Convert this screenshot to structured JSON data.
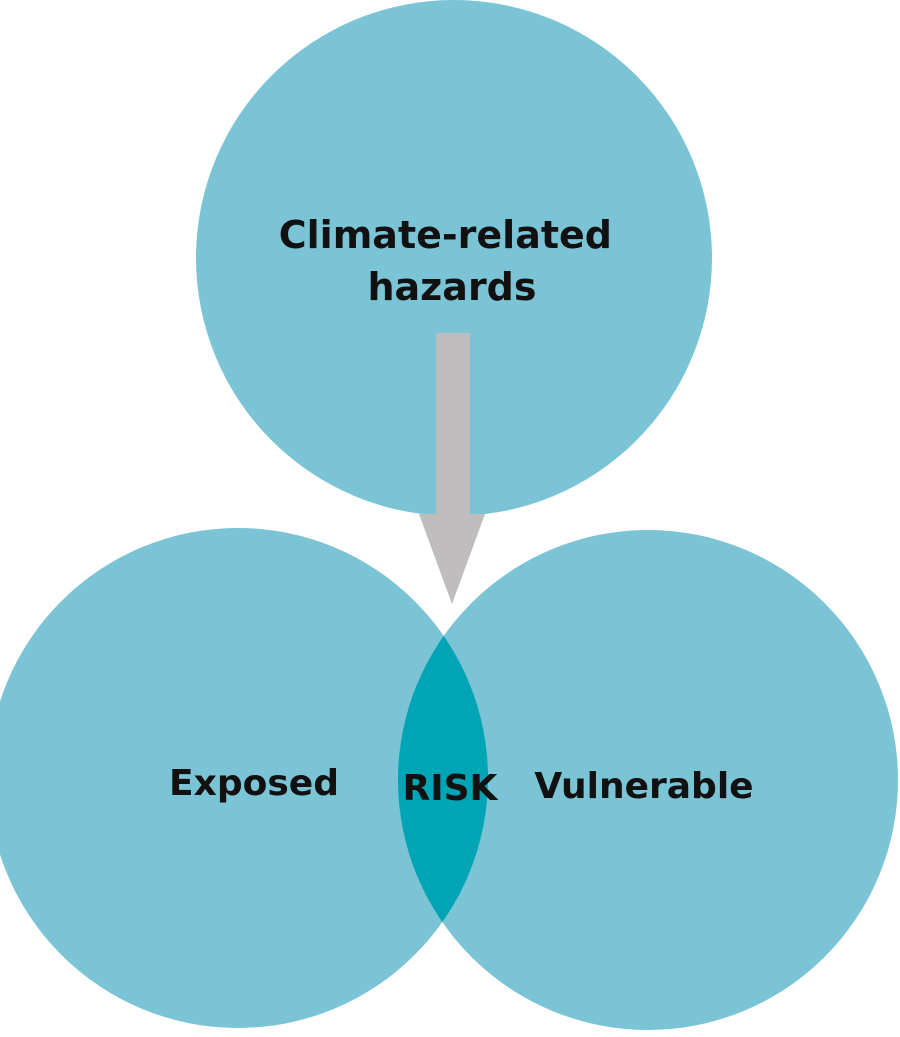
{
  "colors": {
    "circle": "#7BC4D5",
    "overlap": "#00A5B5",
    "arrow": "#BFBDBE",
    "text": "#111111"
  },
  "hazards": {
    "line1": "Climate-related",
    "line2": "hazards"
  },
  "exposed": {
    "label": "Exposed"
  },
  "vulnerable": {
    "label": "Vulnerable"
  },
  "risk": {
    "label": "RISK"
  },
  "arrow": {
    "icon": "down-arrow-icon"
  }
}
